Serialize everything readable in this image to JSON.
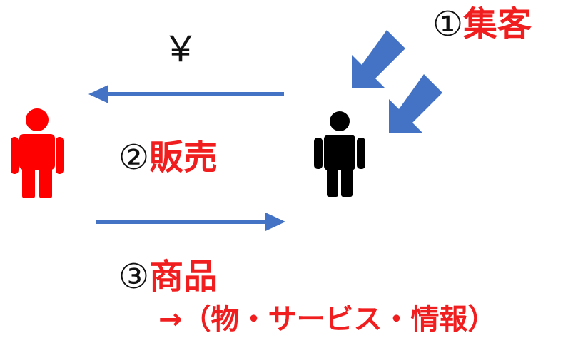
{
  "colors": {
    "arrow": "#4472c4",
    "customer": "#ff0000",
    "seller": "#000000",
    "highlight_text": "#f01e1e",
    "plain_text": "#111111"
  },
  "icons": {
    "customer": "person-icon",
    "seller": "person-icon",
    "inflow": "arrow-down-left-icon"
  },
  "labels": {
    "yen": "￥",
    "step1": {
      "number": "①",
      "text": "集客"
    },
    "step2": {
      "number": "②",
      "text": "販売"
    },
    "step3": {
      "number": "③",
      "text": "商品"
    },
    "goods_detail": "→（物・サービス・情報）"
  }
}
